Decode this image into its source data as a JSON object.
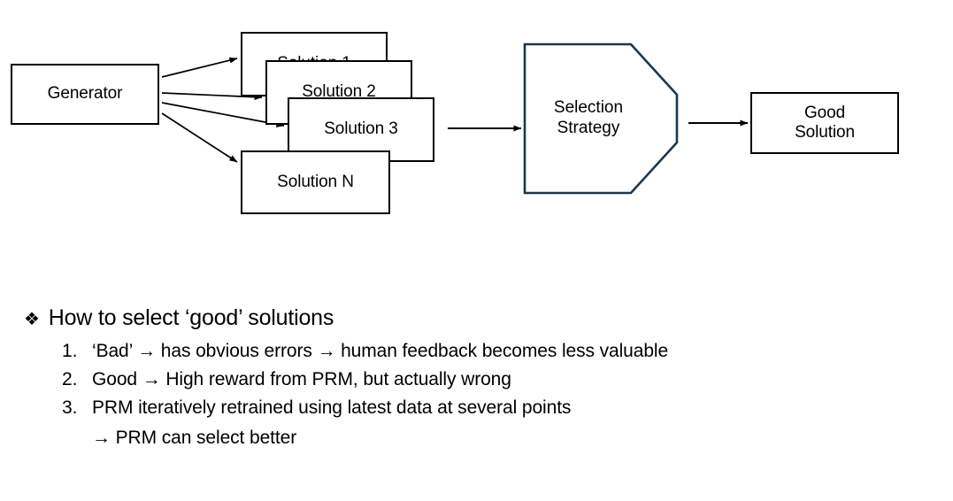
{
  "colors": {
    "stroke_black": "#000000",
    "stroke_navy": "#1b374b",
    "background": "#ffffff",
    "text": "#000000"
  },
  "diagram": {
    "generator": {
      "label": "Generator"
    },
    "solutions": [
      {
        "label": "Solution 1"
      },
      {
        "label": "Solution 2"
      },
      {
        "label": "Solution 3"
      },
      {
        "label": "Solution N"
      }
    ],
    "selection_strategy": {
      "line1": "Selection",
      "line2": "Strategy"
    },
    "good_solution": {
      "line1": "Good",
      "line2": "Solution"
    }
  },
  "bullets": {
    "marker": "❖",
    "heading": "How to select ‘good’ solutions",
    "items": [
      "‘Bad’ → has obvious errors → human feedback becomes less valuable",
      "Good → High reward from PRM, but actually wrong",
      "PRM iteratively retrained using latest data at several points"
    ],
    "sub_line": "→ PRM can select better"
  }
}
